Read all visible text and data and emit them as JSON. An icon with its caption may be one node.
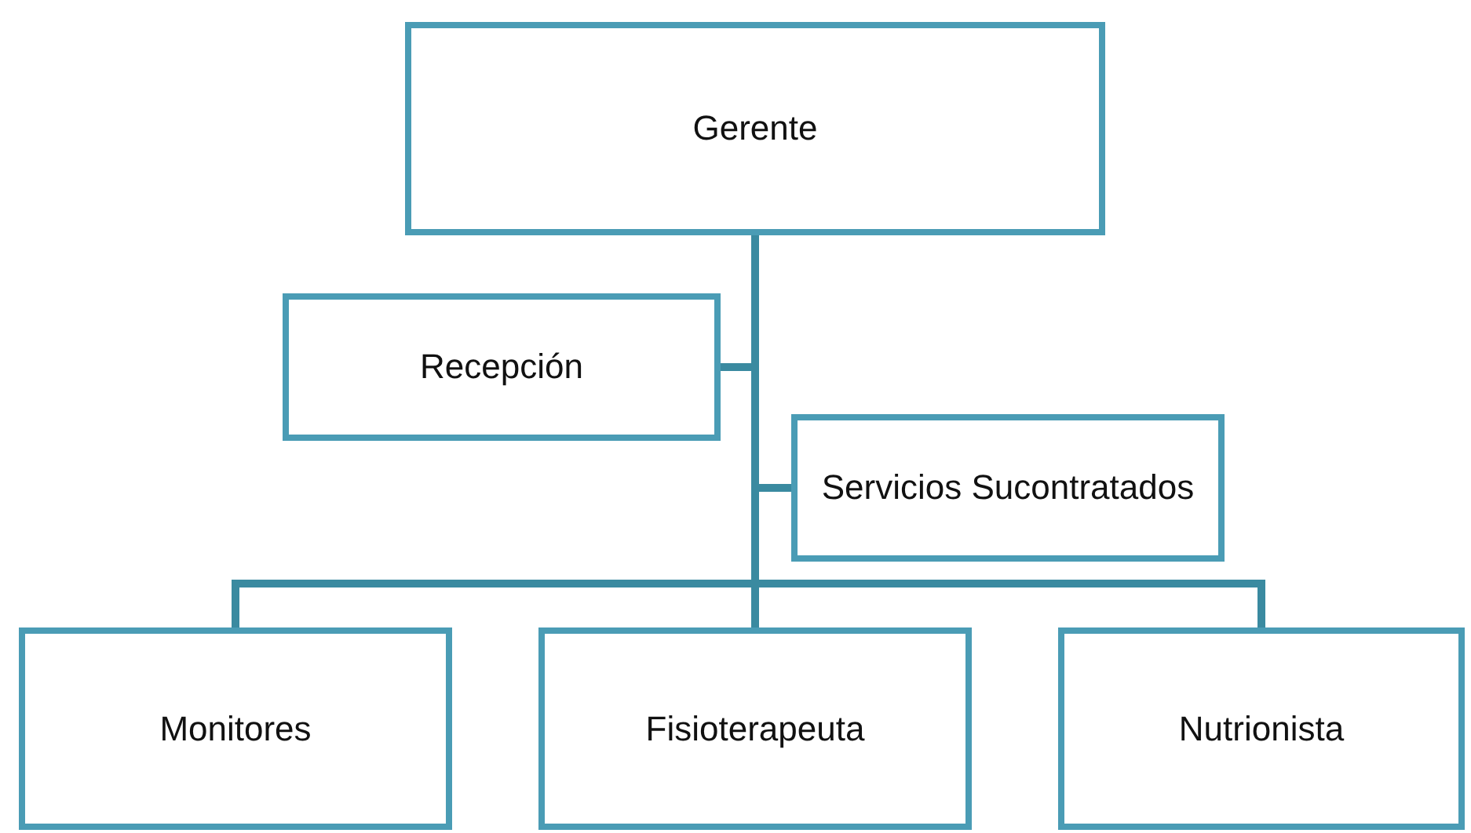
{
  "diagram": {
    "nodes": [
      {
        "text": [
          "Gerente"
        ]
      },
      {
        "text": [
          "Recepción"
        ]
      },
      {
        "text": [
          "Servicios Sucontratados"
        ]
      },
      {
        "text": [
          "Monitores"
        ]
      },
      {
        "text": [
          "Fisioterapeuta"
        ]
      },
      {
        "text": [
          "Nutrionista"
        ]
      }
    ],
    "edges": [
      {
        "from": 0,
        "to": 1,
        "arrow": "none"
      },
      {
        "from": 0,
        "to": 2,
        "arrow": "none"
      },
      {
        "from": 0,
        "to": 3,
        "arrow": "none"
      },
      {
        "from": 0,
        "to": 4,
        "arrow": "none"
      },
      {
        "from": 0,
        "to": 5,
        "arrow": "none"
      }
    ]
  }
}
